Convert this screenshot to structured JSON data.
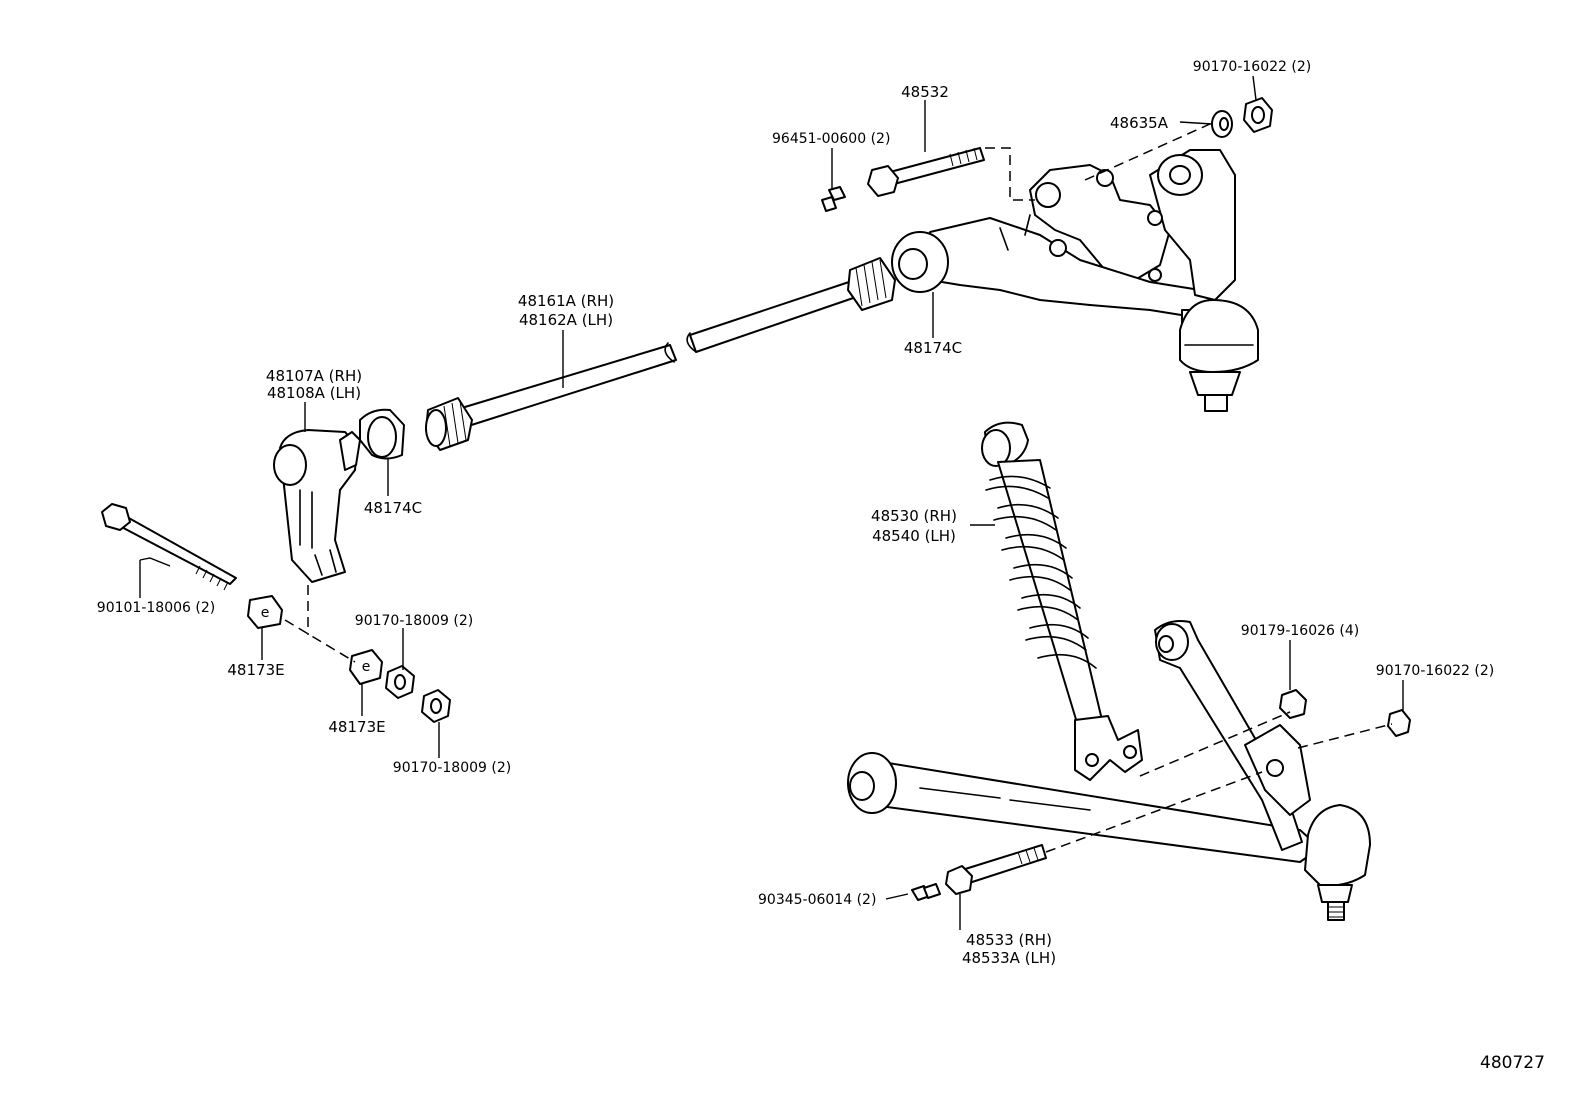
{
  "diagram_id": "480727",
  "callouts": {
    "c01": "90170-16022 (2)",
    "c02": "48532",
    "c03": "48635A",
    "c04": "96451-00600 (2)",
    "c05": "48161A (RH)",
    "c06": "48162A (LH)",
    "c07": "48174C",
    "c08": "48107A (RH)",
    "c09": "48108A (LH)",
    "c10": "48174C",
    "c11": "48530 (RH)",
    "c12": "48540 (LH)",
    "c13": "90101-18006 (2)",
    "c14": "90170-18009 (2)",
    "c15": "48173E",
    "c16": "48173E",
    "c17": "90170-18009 (2)",
    "c18": "90179-16026 (4)",
    "c19": "90170-16022 (2)",
    "c20": "90345-06014 (2)",
    "c21": "48533 (RH)",
    "c22": "48533A (LH)"
  }
}
